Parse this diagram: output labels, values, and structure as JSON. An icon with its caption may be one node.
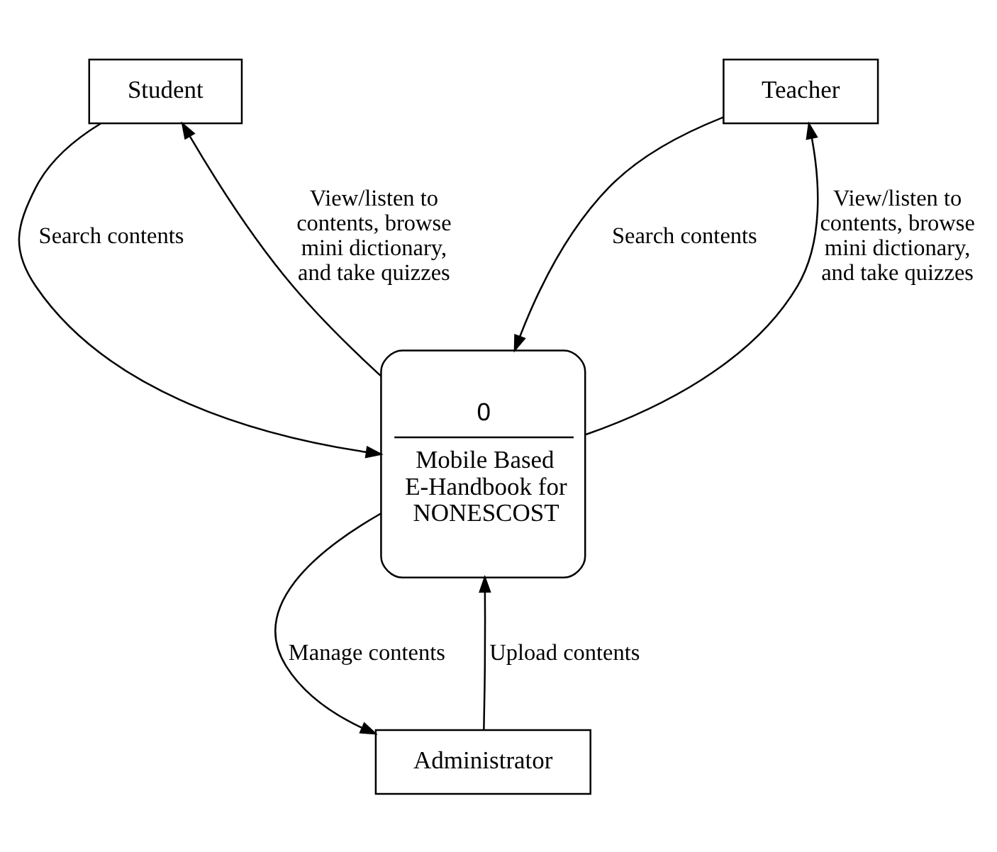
{
  "diagram": {
    "nodes": [
      {
        "text": [
          "Student"
        ]
      },
      {
        "text": [
          "Teacher"
        ]
      },
      {
        "text": [
          "0",
          "Mobile Based E-Handbook for NONESCOST"
        ]
      },
      {
        "text": [
          "Administrator"
        ]
      }
    ],
    "edges": [
      {
        "from": 2,
        "to": 0,
        "arrow": "to",
        "label": "View/listen to contents, browse mini dictionary, and take quizzes"
      },
      {
        "from": 2,
        "to": 1,
        "arrow": "to",
        "label": "View/listen to contents, browse mini dictionary, and take quizzes"
      },
      {
        "from": 0,
        "to": 2,
        "arrow": "to",
        "label": "Search contents"
      },
      {
        "from": 1,
        "to": 2,
        "arrow": "to",
        "label": "Search contents"
      },
      {
        "from": 3,
        "to": 2,
        "arrow": "to",
        "label": "Upload contents"
      },
      {
        "from": 2,
        "to": 3,
        "arrow": "to",
        "label": "Manage contents"
      }
    ]
  }
}
